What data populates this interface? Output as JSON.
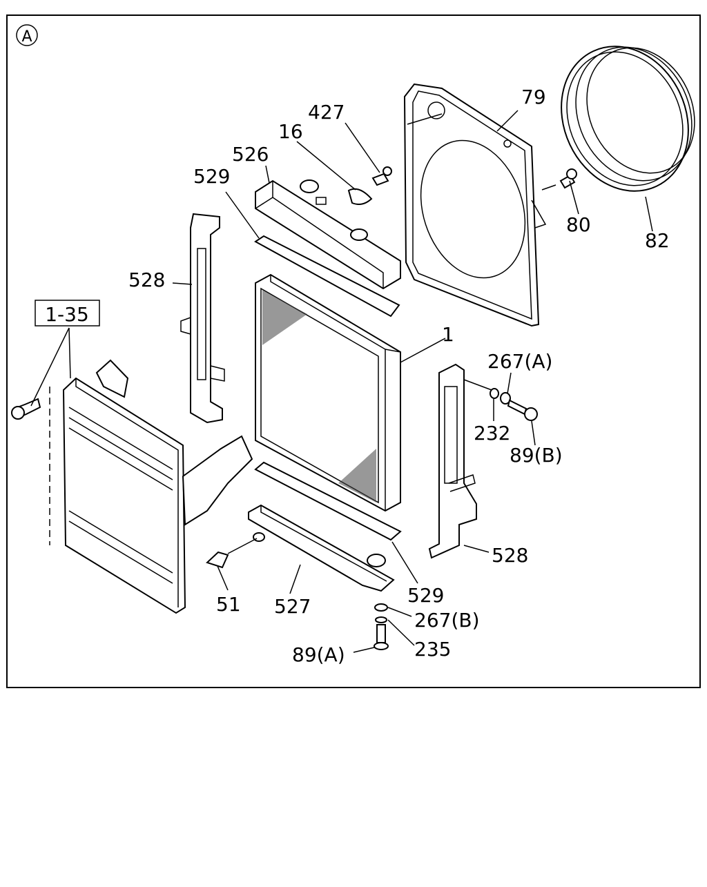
{
  "view_marker": "A",
  "reference_box": "1-35",
  "callouts": {
    "c1": "1",
    "c16": "16",
    "c51": "51",
    "c79": "79",
    "c80": "80",
    "c82": "82",
    "c89a": "89(A)",
    "c89b": "89(B)",
    "c232": "232",
    "c235": "235",
    "c267a": "267(A)",
    "c267b": "267(B)",
    "c427": "427",
    "c526": "526",
    "c527": "527",
    "c528_left": "528",
    "c528_right": "528",
    "c529_top": "529",
    "c529_bottom": "529"
  }
}
